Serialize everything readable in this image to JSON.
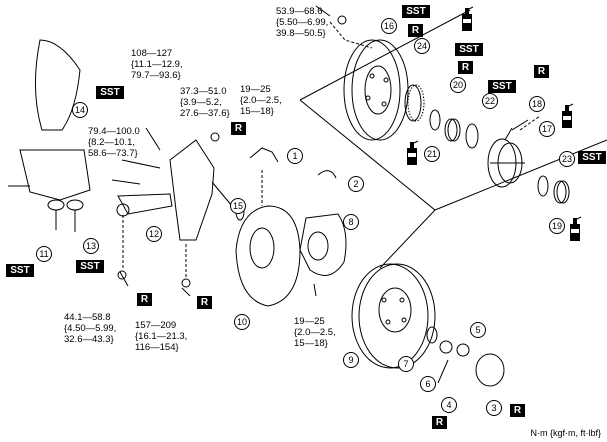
{
  "units_label": "N·m {kgf·m, ft·lbf}",
  "torque_specs": {
    "t1": "53.9—68.6\n{5.50—6.99,\n39.8—50.5}",
    "t2": "108—127\n{11.1—12.9,\n79.7—93.6}",
    "t3": "37.3—51.0\n{3.9—5.2,\n27.6—37.6}",
    "t4": "19—25\n{2.0—2.5,\n15—18}",
    "t5": "79.4—100.0\n{8.2—10.1,\n58.6—73.7}",
    "t6": "19—25\n{2.0—2.5,\n15—18}",
    "t7": "44.1—58.8\n{4.50—5.99,\n32.6—43.3}",
    "t8": "157—209\n{16.1—21.3,\n116—154}"
  },
  "tags": {
    "sst": "SST",
    "r": "R"
  },
  "callouts": {
    "c1": "1",
    "c2": "2",
    "c3": "3",
    "c4": "4",
    "c5": "5",
    "c6": "6",
    "c7": "7",
    "c8": "8",
    "c9": "9",
    "c10": "10",
    "c11": "11",
    "c12": "12",
    "c13": "13",
    "c14": "14",
    "c15": "15",
    "c16": "16",
    "c17": "17",
    "c18": "18",
    "c19": "19",
    "c20": "20",
    "c21": "21",
    "c22": "22",
    "c23": "23",
    "c24": "24"
  }
}
